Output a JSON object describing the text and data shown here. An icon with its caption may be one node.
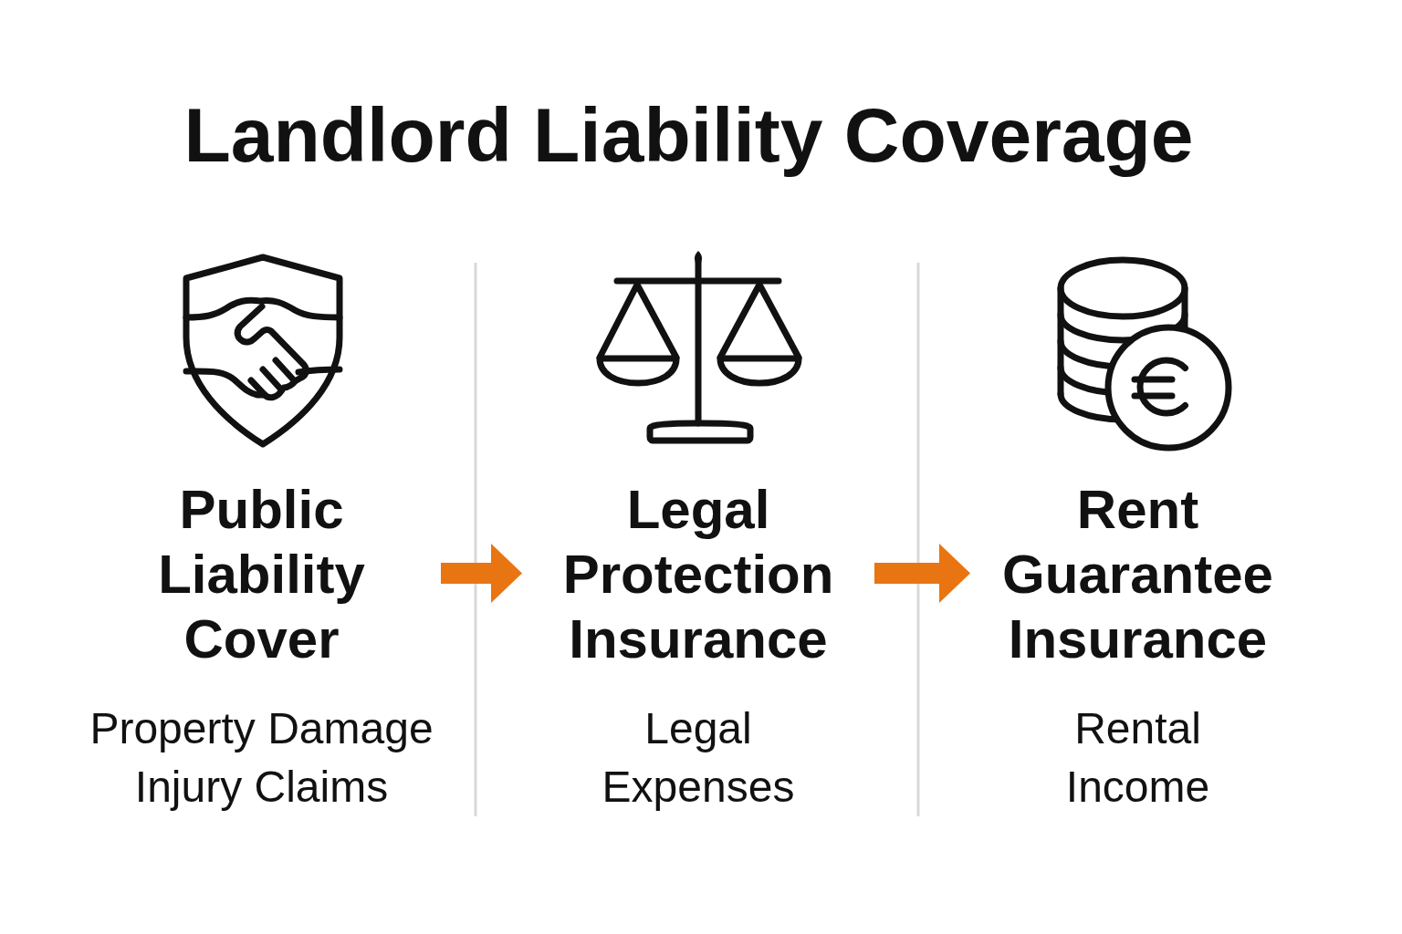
{
  "diagram": {
    "title": "Landlord Liability Coverage",
    "nodes": [
      {
        "text": [
          "Public Liability Cover",
          "Property Damage",
          "Injury Claims"
        ]
      },
      {
        "text": [
          "Legal Protection Insurance",
          "Legal Expenses"
        ]
      },
      {
        "text": [
          "Rent Guarantee Insurance",
          "Rental Income"
        ]
      }
    ],
    "edges": [
      {
        "from": 0,
        "to": 1,
        "arrow": "to"
      },
      {
        "from": 1,
        "to": 2,
        "arrow": "to"
      }
    ]
  }
}
